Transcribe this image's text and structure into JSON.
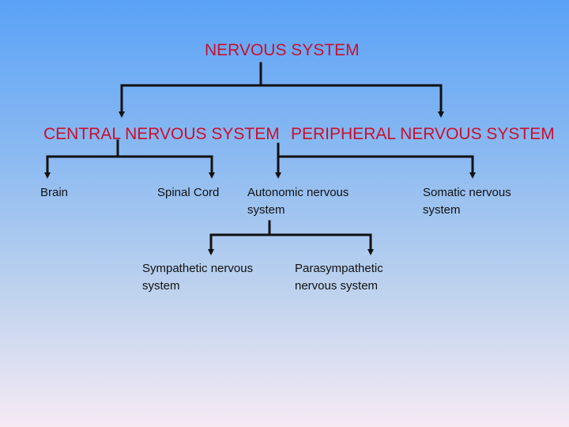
{
  "diagram": {
    "root": "NERVOUS SYSTEM",
    "central": "CENTRAL NERVOUS SYSTEM",
    "peripheral": "PERIPHERAL NERVOUS SYSTEM",
    "brain": "Brain",
    "spinal_cord": "Spinal Cord",
    "autonomic": "Autonomic nervous\nsystem",
    "somatic": "Somatic nervous\nsystem",
    "sympathetic": "Sympathetic nervous\nsystem",
    "parasympathetic": "Parasympathetic\nnervous system"
  },
  "colors": {
    "heading": "#c8102e",
    "text": "#111111",
    "connector": "#111111"
  }
}
